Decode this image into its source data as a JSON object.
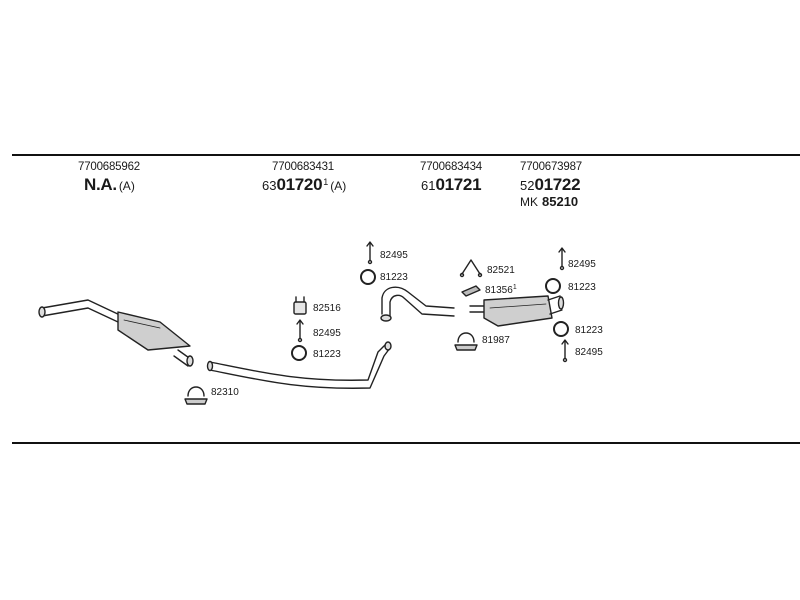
{
  "columns": [
    {
      "part_number": "7700685962",
      "code_bold": "N.A.",
      "code_suffix": "(A)"
    },
    {
      "part_number": "7700683431",
      "code_prefix": "63",
      "code_bold": "01720",
      "code_sup": "1",
      "code_suffix": "(A)"
    },
    {
      "part_number": "7700683434",
      "code_prefix": "61",
      "code_bold": "01721"
    },
    {
      "part_number": "7700673987",
      "code_prefix": "52",
      "code_bold": "01722",
      "mk_label": "MK",
      "mk_value": "85210"
    }
  ],
  "parts": {
    "front_clamp_82310": "82310",
    "mid_bracket_82516": "82516",
    "mid_hook_82495": "82495",
    "mid_ring_81223": "81223",
    "upper_hook_82495": "82495",
    "upper_ring_81223": "81223",
    "rear_hanger_82521": "82521",
    "rear_gasket_81356": "81356",
    "rear_gasket_81356_sup": "1",
    "rear_clamp_81987": "81987",
    "right_hook_top_82495": "82495",
    "right_ring_top_81223": "81223",
    "right_ring_bottom_81223": "81223",
    "right_hook_bottom_82495": "82495"
  }
}
